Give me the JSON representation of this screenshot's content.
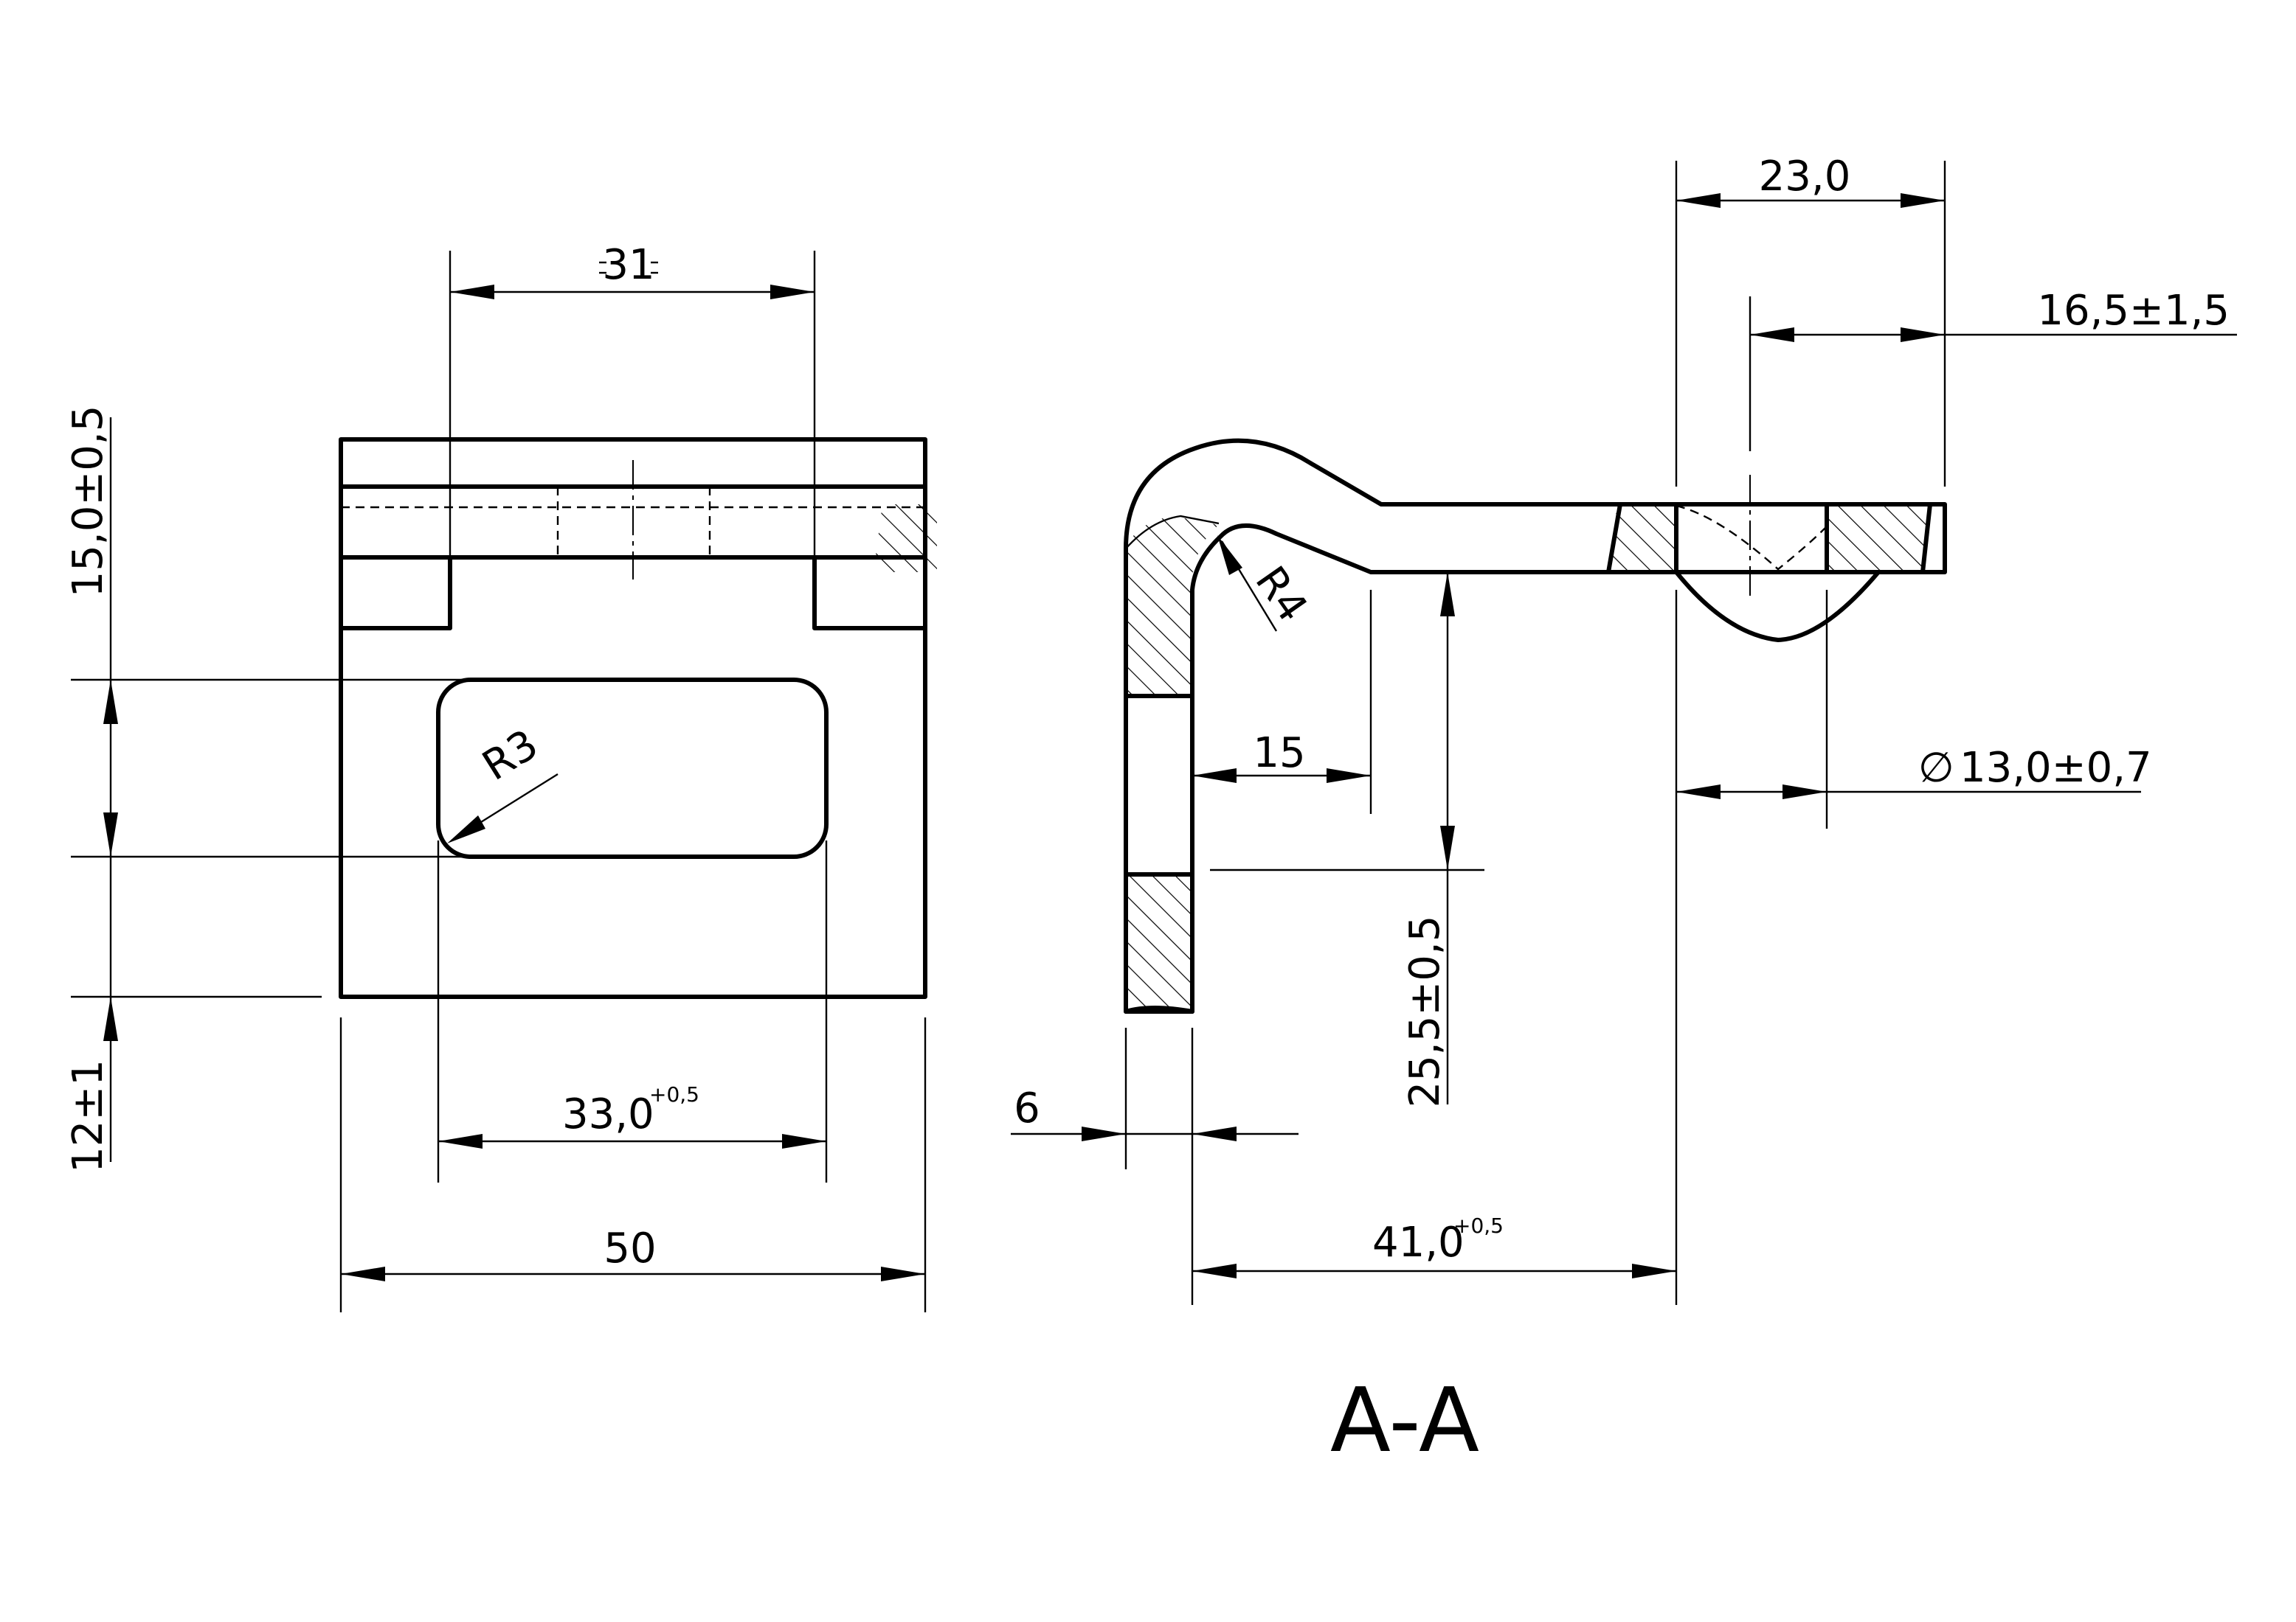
{
  "section_label": "A-A",
  "dimensions": {
    "width_31": "31",
    "height_15": "15,0±0,5",
    "height_12": "12±1",
    "radius_r3": "R3",
    "width_33": "33,0",
    "width_33_tol": "+0,5",
    "width_50": "50",
    "width_23": "23,0",
    "width_16_5": "16,5±1,5",
    "radius_r4": "R4",
    "width_15": "15",
    "diameter_13": "13,0±0,7",
    "diameter_symbol": "∅",
    "thickness_6": "6",
    "height_25_5": "25,5±0,5",
    "width_41": "41,0",
    "width_41_tol": "+0,5"
  }
}
